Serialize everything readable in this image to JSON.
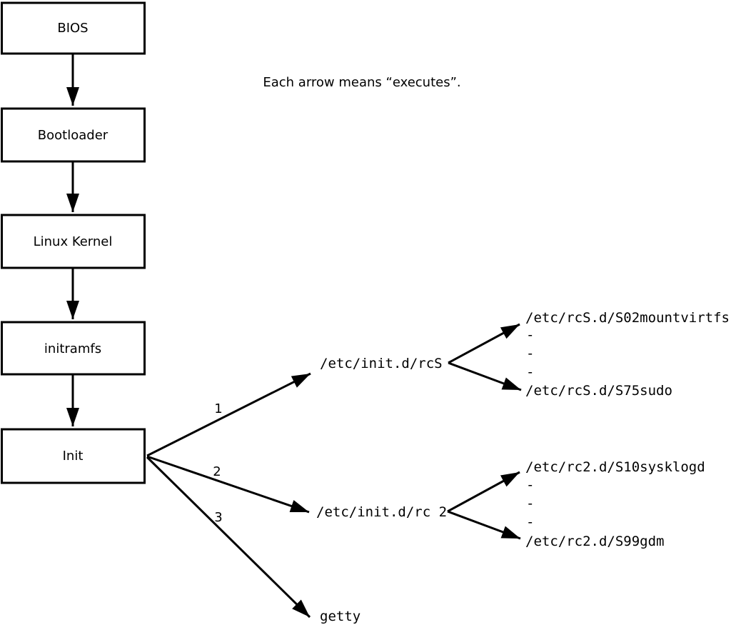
{
  "note": "Each arrow means “executes”.",
  "boxes": [
    {
      "label": "BIOS"
    },
    {
      "label": "Bootloader"
    },
    {
      "label": "Linux Kernel"
    },
    {
      "label": "initramfs"
    },
    {
      "label": "Init"
    }
  ],
  "arrow_labels": {
    "one": "1",
    "two": "2",
    "three": "3"
  },
  "targets": {
    "rcs_script": "/etc/init.d/rcS",
    "rc2_script": "/etc/init.d/rc 2",
    "getty": "getty",
    "rcs_first": "/etc/rcS.d/S02mountvirtfs",
    "rcs_last": "/etc/rcS.d/S75sudo",
    "rc2_first": "/etc/rc2.d/S10sysklogd",
    "rc2_last": "/etc/rc2.d/S99gdm",
    "ellipsis_dash": "-"
  },
  "colors": {
    "line": "#000000",
    "box_fill": "#ffffff",
    "background": "#ffffff"
  }
}
